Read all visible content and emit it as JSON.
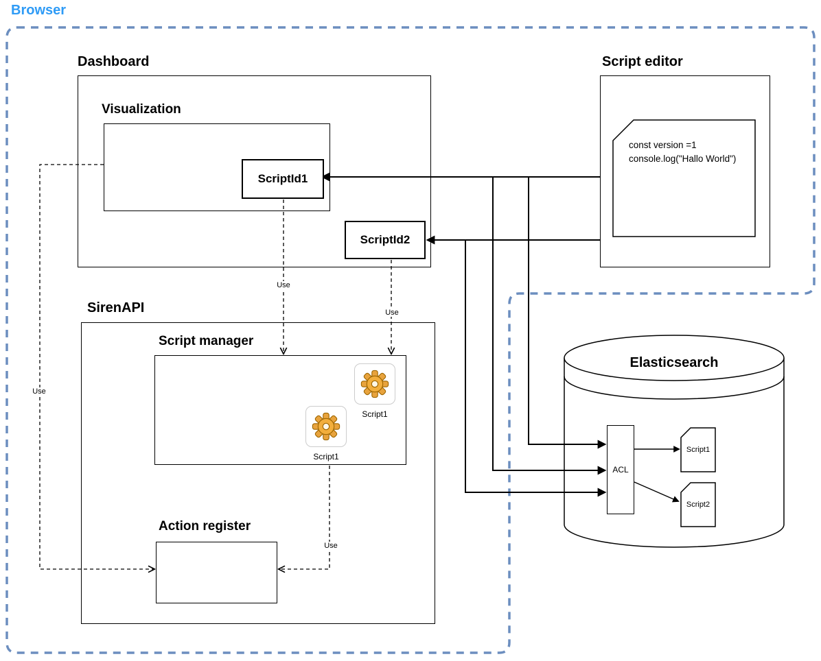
{
  "browser": {
    "label": "Browser"
  },
  "colors": {
    "accent_blue": "#2E9BF6",
    "boundary_blue": "#6C8EBF",
    "gear_gold": "#E8A33D"
  },
  "dashboard": {
    "title": "Dashboard",
    "visualization_title": "Visualization",
    "script_id1": "ScriptId1",
    "script_id2": "ScriptId2"
  },
  "script_editor": {
    "title": "Script editor",
    "code": {
      "line1": "const version =1",
      "line2": "console.log(\"Hallo World\")"
    }
  },
  "siren_api": {
    "title": "SirenAPI",
    "script_manager_title": "Script manager",
    "gear1_caption": "Script1",
    "gear2_caption": "Script1",
    "action_register_title": "Action register"
  },
  "elasticsearch": {
    "title": "Elasticsearch",
    "acl": "ACL",
    "doc1": "Script1",
    "doc2": "Script2"
  },
  "edges": {
    "use_a": "Use",
    "use_b": "Use",
    "use_c": "Use",
    "use_d": "Use"
  },
  "icons": {
    "gear": "gear-icon"
  }
}
